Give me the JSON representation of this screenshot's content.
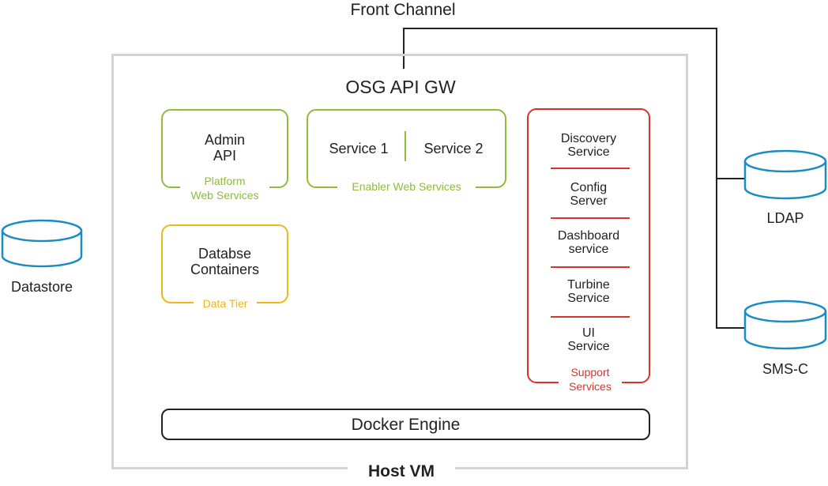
{
  "front_channel": "Front Channel",
  "gateway_title": "OSG API GW",
  "host_label": "Host VM",
  "datastore_label": "Datastore",
  "ldap_label": "LDAP",
  "smsc_label": "SMS-C",
  "admin": {
    "line1": "Admin",
    "line2": "API",
    "tag_line1": "Platform",
    "tag_line2": "Web Services"
  },
  "enabler": {
    "service1": "Service 1",
    "service2": "Service 2",
    "tag": "Enabler Web Services"
  },
  "database": {
    "line1": "Databse",
    "line2": "Containers",
    "tag": "Data Tier"
  },
  "support": {
    "items": [
      {
        "line1": "Discovery",
        "line2": "Service"
      },
      {
        "line1": "Config",
        "line2": "Server"
      },
      {
        "line1": "Dashboard",
        "line2": "service"
      },
      {
        "line1": "Turbine",
        "line2": "Service"
      },
      {
        "line1": "UI",
        "line2": "Service"
      }
    ],
    "tag_line1": "Support",
    "tag_line2": "Services"
  },
  "docker_label": "Docker Engine",
  "colors": {
    "green": "#8fbc3b",
    "yellow": "#f2b61c",
    "red": "#d9332b",
    "host_border": "#d3d3d3",
    "cylinder": "#1a8cc4"
  }
}
